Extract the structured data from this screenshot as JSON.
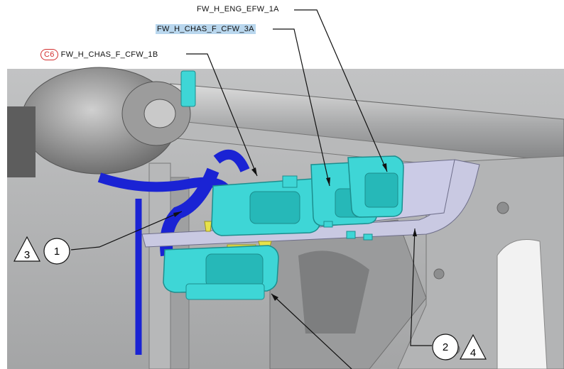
{
  "labels": {
    "eng_efw_1a": "FW_H_ENG_EFW_1A",
    "chas_f_cfw_3a": "FW_H_CHAS_F_CFW_3A",
    "chas_f_cfw_1b": "FW_H_CHAS_F_CFW_1B",
    "c6_badge": "C6"
  },
  "callouts": {
    "circle_1": "1",
    "triangle_3": "3",
    "circle_2": "2",
    "triangle_4": "4"
  },
  "colors": {
    "connector": "#3ed6d6",
    "harness": "#1a23d4",
    "bracket": "#c9c9e2",
    "frame": "#a9aaab",
    "highlight": "#b9d7ee",
    "badge": "#d32f2f"
  }
}
